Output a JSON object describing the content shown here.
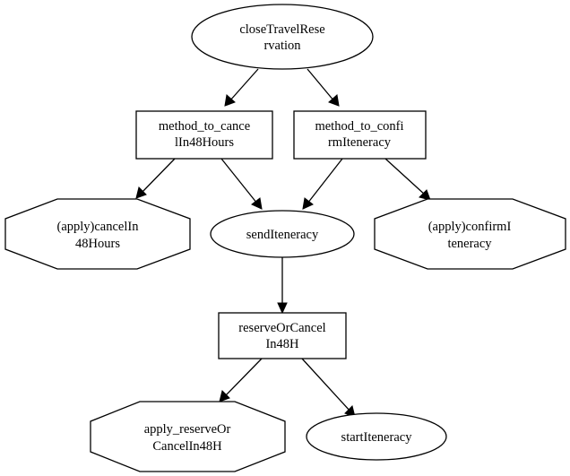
{
  "nodes": {
    "close_travel_reservation": {
      "line1": "closeTravelRese",
      "line2": "rvation"
    },
    "method_to_cancel": {
      "line1": "method_to_cance",
      "line2": "lIn48Hours"
    },
    "method_to_confirm": {
      "line1": "method_to_confi",
      "line2": "rmIteneracy"
    },
    "apply_cancel": {
      "line1": "(apply)cancelIn",
      "line2": "48Hours"
    },
    "send_iteneracy": {
      "line1": "sendIteneracy"
    },
    "apply_confirm": {
      "line1": "(apply)confirmI",
      "line2": "teneracy"
    },
    "reserve_or_cancel": {
      "line1": "reserveOrCancel",
      "line2": "In48H"
    },
    "apply_reserve": {
      "line1": "apply_reserveOr",
      "line2": "CancelIn48H"
    },
    "start_iteneracy": {
      "line1": "startIteneracy"
    }
  }
}
